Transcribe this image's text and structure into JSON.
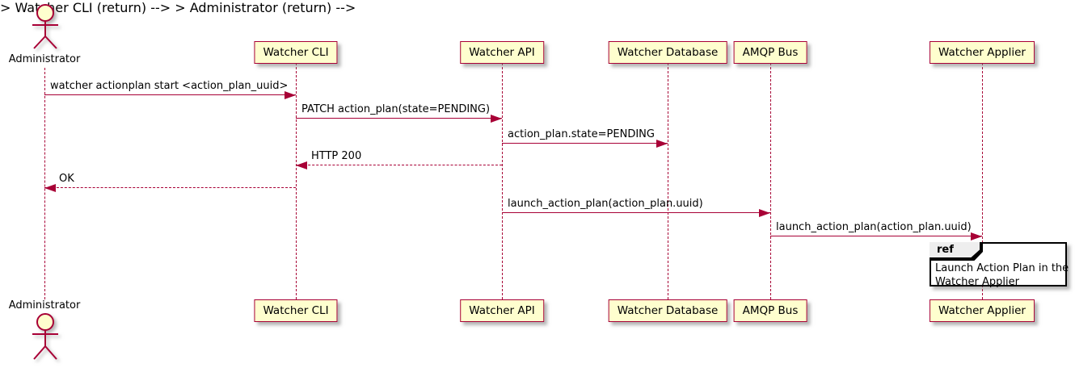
{
  "diagram": {
    "kind": "uml-sequence-diagram",
    "colors": {
      "accent": "#A80036",
      "participant_fill": "#FEFECE",
      "ref_tab_fill": "#EEEEEE",
      "ref_border": "#000000",
      "background": "#FFFFFF"
    },
    "actor": {
      "name": "Administrator"
    },
    "participants": [
      {
        "name": "Watcher CLI"
      },
      {
        "name": "Watcher API"
      },
      {
        "name": "Watcher Database"
      },
      {
        "name": "AMQP Bus"
      },
      {
        "name": "Watcher Applier"
      }
    ],
    "messages": [
      {
        "from": "Administrator",
        "to": "Watcher CLI",
        "style": "solid",
        "text": "watcher actionplan start <action_plan_uuid>"
      },
      {
        "from": "Watcher CLI",
        "to": "Watcher API",
        "style": "solid",
        "text": "PATCH action_plan(state=PENDING)"
      },
      {
        "from": "Watcher API",
        "to": "Watcher Database",
        "style": "solid",
        "text": "action_plan.state=PENDING"
      },
      {
        "from": "Watcher API",
        "to": "Watcher CLI",
        "style": "dashed",
        "text": "HTTP 200"
      },
      {
        "from": "Watcher CLI",
        "to": "Administrator",
        "style": "dashed",
        "text": "OK"
      },
      {
        "from": "Watcher API",
        "to": "AMQP Bus",
        "style": "solid",
        "text": "launch_action_plan(action_plan.uuid)"
      },
      {
        "from": "AMQP Bus",
        "to": "Watcher Applier",
        "style": "solid",
        "text": "launch_action_plan(action_plan.uuid)"
      }
    ],
    "ref": {
      "label": "ref",
      "line1": "Launch Action Plan in the",
      "line2": "Watcher Applier"
    }
  }
}
